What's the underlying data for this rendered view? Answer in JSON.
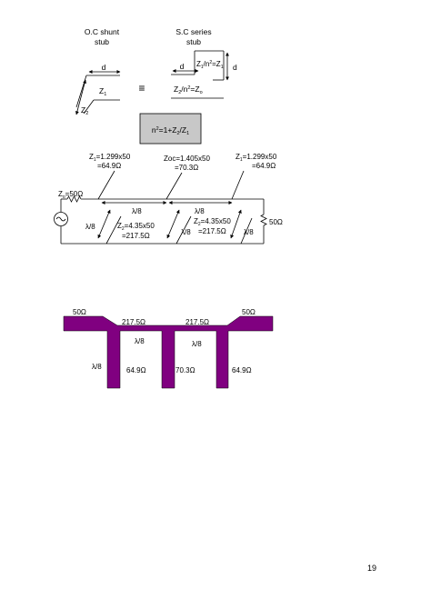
{
  "equivalence": {
    "oc_title_1": "O.C shunt",
    "oc_title_2": "stub",
    "sc_title_1": "S.C series",
    "sc_title_2": "stub",
    "d_label": "d",
    "z1": "Z",
    "sub1": "1",
    "z2": "Z",
    "sub2": "2",
    "equiv_symbol": "≡",
    "sc_top_a": "Z",
    "sc_top_b": "/n",
    "sc_top_c": "=Z",
    "sc_bot_a": "Z",
    "sc_bot_b": "/n",
    "sc_bot_c": "=Z",
    "sub_o": "o",
    "sup2": "2",
    "formula_a": "n",
    "formula_b": "=1+Z",
    "formula_c": "/Z"
  },
  "circuit": {
    "stub1_line1": "Z",
    "stub1_line1_rest": "=1.299x50",
    "stub1_line2": "=64.9Ω",
    "stub2_line1": "Zoc=1.405x50",
    "stub2_line2": "=70.3Ω",
    "stub3_line1": "Z",
    "stub3_line1_rest": "=1.299x50",
    "stub3_line2": "=64.9Ω",
    "source_z": "Z",
    "source_z_rest": "=50Ω",
    "load": "50Ω",
    "lambda8": "λ/8",
    "series1_line1": "Z",
    "series1_line1_rest": "=4.35x50",
    "series1_line2": "=217.5Ω",
    "series2_line1": "Z",
    "series2_line1_rest": "=4.35x50",
    "series2_line2": "=217.5Ω"
  },
  "layout": {
    "left_50": "50Ω",
    "right_50": "50Ω",
    "series_a": "217.5Ω",
    "series_b": "217.5Ω",
    "lambda_a": "λ/8",
    "lambda_b": "λ/8",
    "lambda_c": "λ/8",
    "stub_a": "64.9Ω",
    "stub_b": "70.3Ω",
    "stub_c": "64.9Ω",
    "fill_color": "#800080"
  },
  "page_number": "19"
}
